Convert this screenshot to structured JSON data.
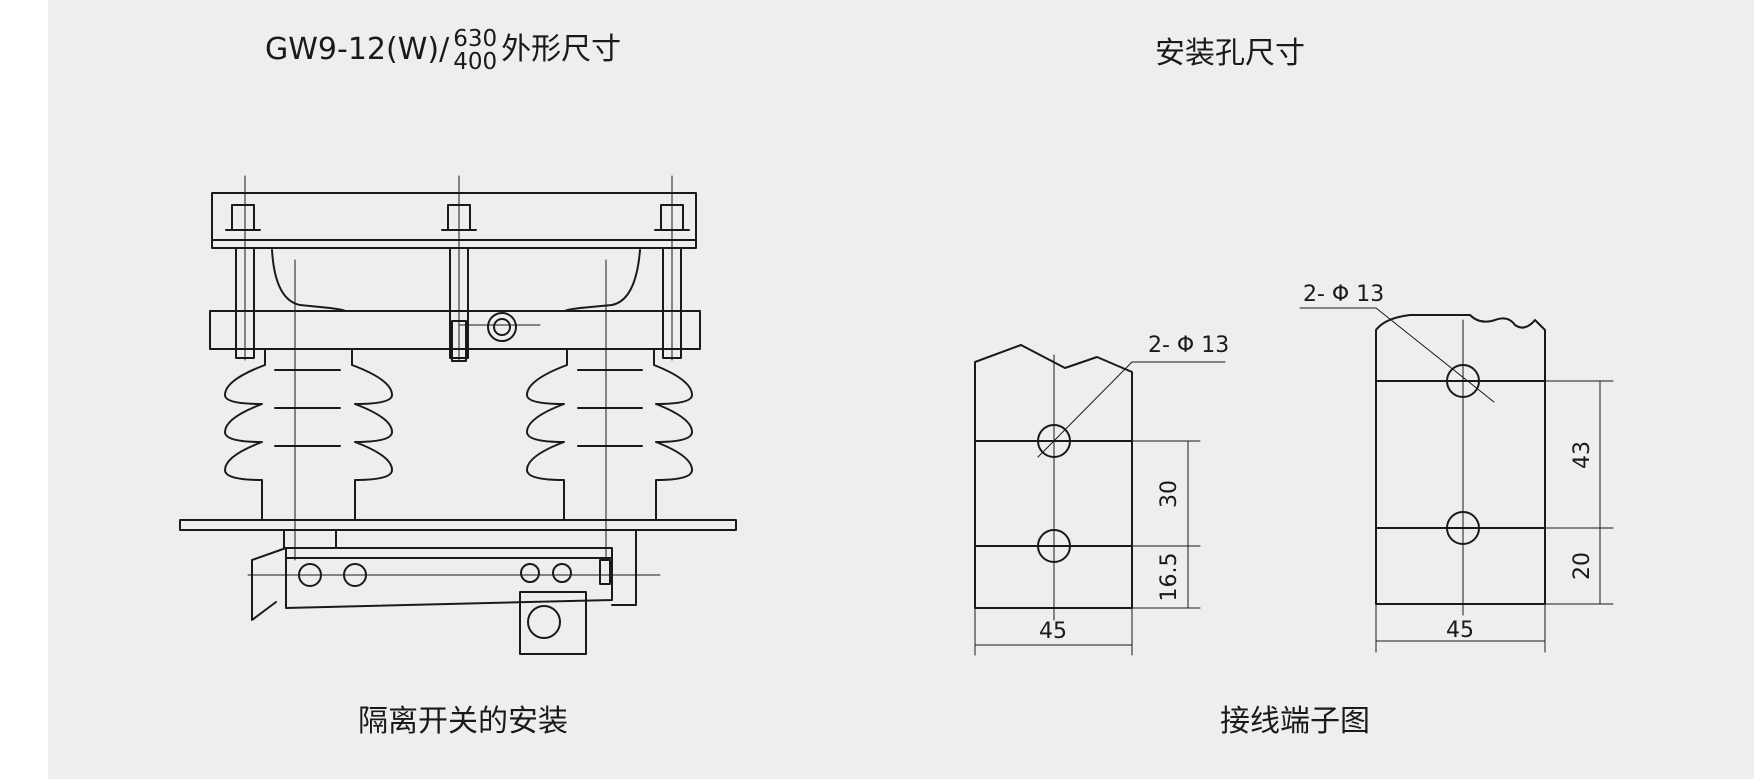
{
  "title_main": {
    "prefix": "GW9-12(W)/",
    "current_upper": "630",
    "current_lower": "400",
    "suffix": "外形尺寸"
  },
  "title_holes": "安装孔尺寸",
  "caption_switch": "隔离开关的安装",
  "caption_terminal": "接线端子图",
  "terminal_left": {
    "hole_label": "2- Φ 13",
    "dim_spacing": "30",
    "dim_bottom": "16.5",
    "dim_width": "45"
  },
  "terminal_right": {
    "hole_label": "2- Φ 13",
    "dim_spacing": "43",
    "dim_bottom": "20",
    "dim_width": "45"
  },
  "colors": {
    "panel": "#eeeeee",
    "line": "#1a1a1a"
  }
}
